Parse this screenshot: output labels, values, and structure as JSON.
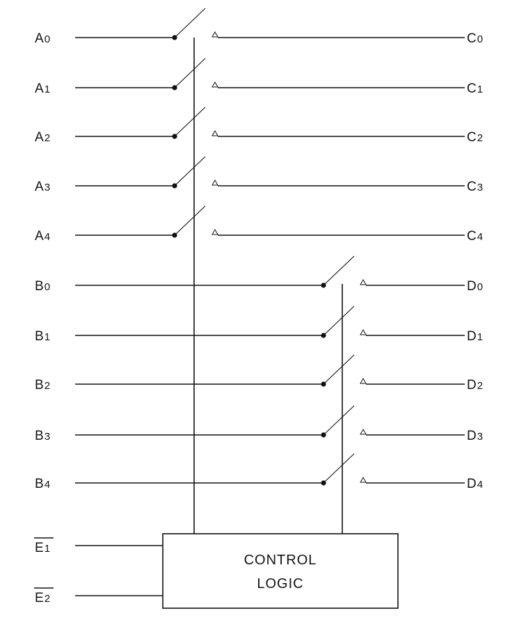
{
  "switch_channels": [
    {
      "input": {
        "letter": "A",
        "index": "0"
      },
      "output": {
        "letter": "C",
        "index": "0"
      }
    },
    {
      "input": {
        "letter": "A",
        "index": "1"
      },
      "output": {
        "letter": "C",
        "index": "1"
      }
    },
    {
      "input": {
        "letter": "A",
        "index": "2"
      },
      "output": {
        "letter": "C",
        "index": "2"
      }
    },
    {
      "input": {
        "letter": "A",
        "index": "3"
      },
      "output": {
        "letter": "C",
        "index": "3"
      }
    },
    {
      "input": {
        "letter": "A",
        "index": "4"
      },
      "output": {
        "letter": "C",
        "index": "4"
      }
    },
    {
      "input": {
        "letter": "B",
        "index": "0"
      },
      "output": {
        "letter": "D",
        "index": "0"
      }
    },
    {
      "input": {
        "letter": "B",
        "index": "1"
      },
      "output": {
        "letter": "D",
        "index": "1"
      }
    },
    {
      "input": {
        "letter": "B",
        "index": "2"
      },
      "output": {
        "letter": "D",
        "index": "2"
      }
    },
    {
      "input": {
        "letter": "B",
        "index": "3"
      },
      "output": {
        "letter": "D",
        "index": "3"
      }
    },
    {
      "input": {
        "letter": "B",
        "index": "4"
      },
      "output": {
        "letter": "D",
        "index": "4"
      }
    }
  ],
  "enable_inputs": [
    {
      "letter": "E",
      "index": "1",
      "active_low": true
    },
    {
      "letter": "E",
      "index": "2",
      "active_low": true
    }
  ],
  "control_logic": {
    "line1": "CONTROL",
    "line2": "LOGIC"
  }
}
